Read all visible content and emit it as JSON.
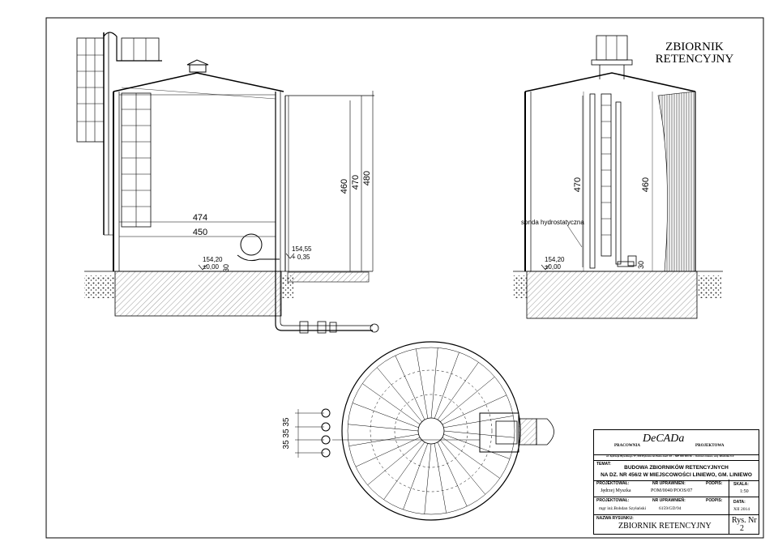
{
  "sheet_title_line1": "ZBIORNIK",
  "sheet_title_line2": "RETENCYJNY",
  "left_view": {
    "dim_460": "460",
    "dim_470": "470",
    "dim_480": "480",
    "dim_474": "474",
    "dim_450": "450",
    "level_154_55": "154,55",
    "level_minus_035": "+ 0,35",
    "level_154_20": "154,20",
    "level_zero": "±0,00",
    "dim_30": "30"
  },
  "right_view": {
    "dim_470": "470",
    "dim_460": "460",
    "probe_label": "sonda hydrostatyczna",
    "level_154_20": "154,20",
    "level_zero": "±0,00",
    "dim_30": "30"
  },
  "plan_view": {
    "dims_vertical": "35  35  35"
  },
  "title_block": {
    "logo": "DeCADa",
    "logo_left": "PRACOWNIA",
    "logo_right": "PROJEKTOWA",
    "address": "ul. Jędrzeja Wyszkiego 77, 000 Rybnica tel./fax/e-mail: 22 ... NIP 000 000 Nr ... Gmina Liniewo, woj. Wodnika 0-0",
    "temat_label": "TEMAT:",
    "temat_line1": "BUDOWA ZBIORNIKÓW RETENCYJNYCH",
    "temat_line2": "NA DZ. NR 456/2 W MIEJSCOWOŚCI LINIEWO, GM. LINIEWO",
    "projektowal_label": "PROJEKTOWAŁ:",
    "nr_upr_label": "NR UPRAWNIEŃ:",
    "podpis_label": "PODPIS:",
    "skala_label": "SKALA:",
    "projektowal_name": "Jędrzej Myszka",
    "projektowal_nr": "POM/0040/POOS/07",
    "skala_value": "1:50",
    "sprawdzil_label": "PROJEKTOWAŁ:",
    "sprawdzil_nr_label": "NR UPRAWNIEŃ:",
    "sprawdzil_podpis_label": "PODPIS:",
    "data_label": "DATA:",
    "sprawdzil_name": "mgr inż.Bohdan Szyłański",
    "sprawdzil_nr": "6159/GD/94",
    "data_value": "XII 2014",
    "nazwa_label": "NAZWA RYSUNKU:",
    "nazwa_value": "ZBIORNIK RETENCYJNY",
    "rys_label": "Rys. Nr",
    "rys_value": "2"
  }
}
